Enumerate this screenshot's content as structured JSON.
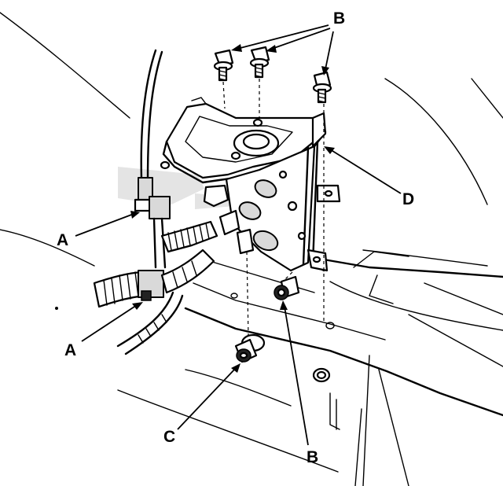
{
  "callouts": {
    "a_upper": "A",
    "a_lower": "A",
    "b_top": "B",
    "b_bottom": "B",
    "c": "C",
    "d": "D"
  }
}
